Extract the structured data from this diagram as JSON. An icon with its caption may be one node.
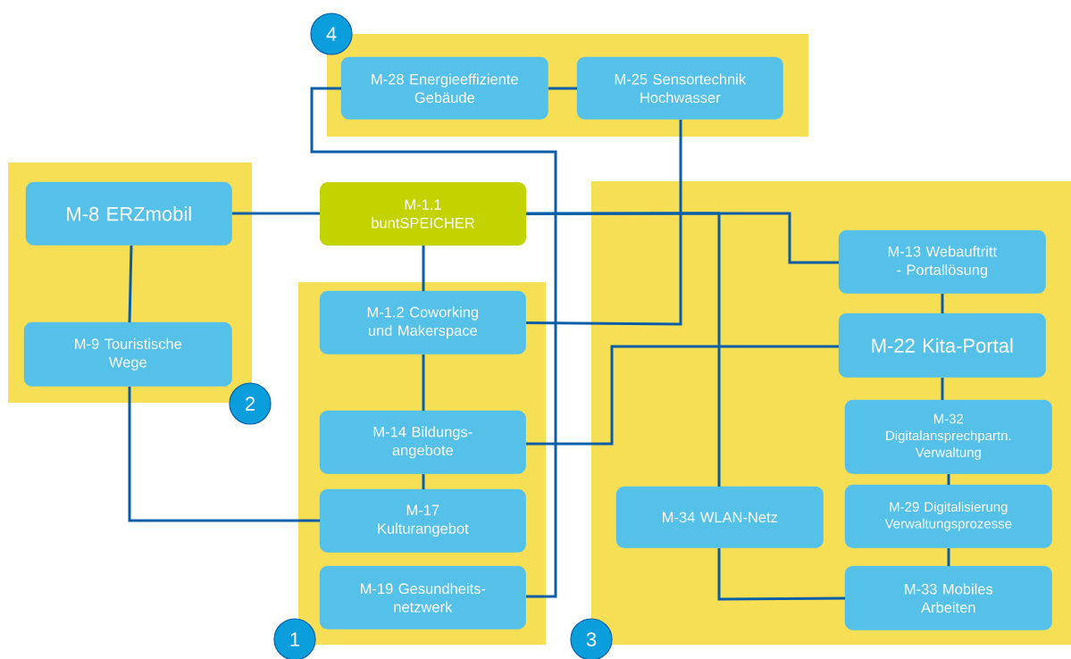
{
  "diagram": {
    "nodes": [
      {
        "text": [
          "4"
        ]
      },
      {
        "text": [
          "M-28 Energieeffiziente Gebäude"
        ],
        "in": 0
      },
      {
        "text": [
          "M-25 Sensortechnik Hochwasser"
        ],
        "in": 0
      },
      {
        "text": [
          "2"
        ]
      },
      {
        "text": [
          "M-8 ERZmobil"
        ],
        "in": 3
      },
      {
        "text": [
          "M-9 Touristische Wege"
        ],
        "in": 3
      },
      {
        "text": [
          "M-1.1 buntSPEICHER"
        ]
      },
      {
        "text": [
          "1"
        ]
      },
      {
        "text": [
          "M-1.2 Coworking und Makerspace"
        ],
        "in": 7
      },
      {
        "text": [
          "M-14 Bildungs- angebote"
        ],
        "in": 7
      },
      {
        "text": [
          "M-17 Kulturangebot"
        ],
        "in": 7
      },
      {
        "text": [
          "M-19 Gesundheits- netzwerk"
        ],
        "in": 7
      },
      {
        "text": [
          "3"
        ]
      },
      {
        "text": [
          "M-13 Webauftritt - Portallösung"
        ],
        "in": 12
      },
      {
        "text": [
          "M-22 Kita-Portal"
        ],
        "in": 12
      },
      {
        "text": [
          "M-32 Digitalansprechpartn. Verwaltung"
        ],
        "in": 12
      },
      {
        "text": [
          "M-29 Digitalisierung Verwaltungsprozesse"
        ],
        "in": 12
      },
      {
        "text": [
          "M-34 WLAN-Netz"
        ],
        "in": 12
      },
      {
        "text": [
          "M-33 Mobiles Arbeiten"
        ],
        "in": 12
      }
    ],
    "edges": [
      {
        "from": 1,
        "to": 2,
        "arrow": "none"
      },
      {
        "from": 1,
        "to": 11,
        "arrow": "none"
      },
      {
        "from": 2,
        "to": 8,
        "arrow": "none"
      },
      {
        "from": 4,
        "to": 6,
        "arrow": "none"
      },
      {
        "from": 4,
        "to": 5,
        "arrow": "none"
      },
      {
        "from": 5,
        "to": 10,
        "arrow": "none"
      },
      {
        "from": 6,
        "to": 8,
        "arrow": "none"
      },
      {
        "from": 6,
        "to": 13,
        "arrow": "none"
      },
      {
        "from": 6,
        "to": 17,
        "arrow": "none"
      },
      {
        "from": 8,
        "to": 9,
        "arrow": "none"
      },
      {
        "from": 9,
        "to": 10,
        "arrow": "none"
      },
      {
        "from": 9,
        "to": 14,
        "arrow": "none"
      },
      {
        "from": 13,
        "to": 14,
        "arrow": "none"
      },
      {
        "from": 14,
        "to": 15,
        "arrow": "none"
      },
      {
        "from": 15,
        "to": 16,
        "arrow": "none"
      },
      {
        "from": 16,
        "to": 18,
        "arrow": "none"
      },
      {
        "from": 17,
        "to": 18,
        "arrow": "none"
      }
    ]
  }
}
